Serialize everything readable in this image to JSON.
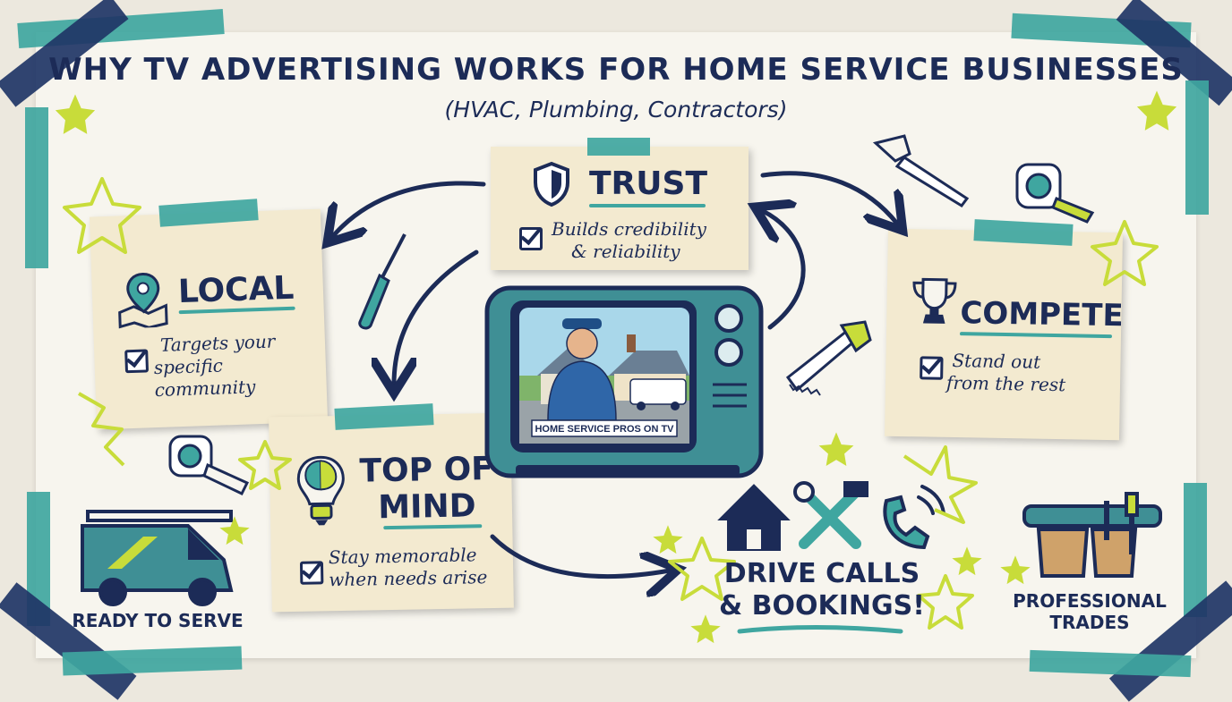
{
  "header": {
    "title": "WHY TV ADVERTISING WORKS FOR HOME SERVICE BUSINESSES",
    "subtitle": "(HVAC, Plumbing, Contractors)"
  },
  "cards": {
    "trust": {
      "heading": "TRUST",
      "line1": "Builds credibility",
      "line2": "& reliability",
      "icon": "shield-icon"
    },
    "local": {
      "heading": "LOCAL",
      "line1": "Targets your",
      "line2": "specific community",
      "icon": "map-pin-icon"
    },
    "compete": {
      "heading": "COMPETE",
      "line1": "Stand out",
      "line2": "from the rest",
      "icon": "trophy-icon"
    },
    "top_of_mind": {
      "heading1": "TOP OF",
      "heading2": "MIND",
      "line1": "Stay memorable",
      "line2": "when needs arise",
      "icon": "lightbulb-brain-icon"
    }
  },
  "tv": {
    "banner": "HOME SERVICE PROS ON TV"
  },
  "outcome": {
    "line1": "DRIVE CALLS",
    "line2": "& BOOKINGS!",
    "icons": [
      "house-icon",
      "tools-icon",
      "phone-icon"
    ]
  },
  "corners": {
    "van_caption": "READY TO SERVE",
    "trades_line1": "PROFESSIONAL",
    "trades_line2": "TRADES"
  },
  "colors": {
    "navy": "#1c2b57",
    "teal": "#3fa6a0",
    "lime": "#c8dc3a",
    "paper": "#f3ead0",
    "board": "#f7f5ee"
  }
}
